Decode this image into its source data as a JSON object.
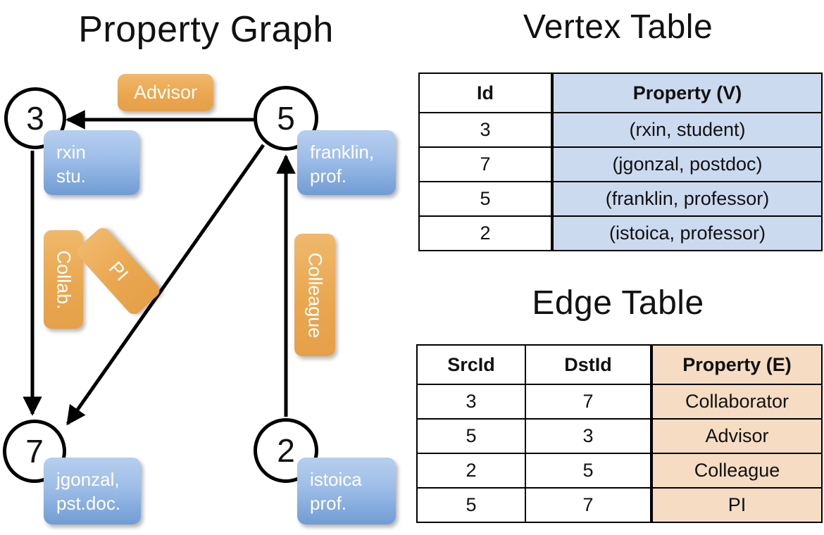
{
  "titles": {
    "graph": "Property Graph",
    "vertex_table": "Vertex Table",
    "edge_table": "Edge Table"
  },
  "graph": {
    "nodes": [
      {
        "id": "3",
        "label": "3",
        "property_line1": "rxin",
        "property_line2": "stu."
      },
      {
        "id": "5",
        "label": "5",
        "property_line1": "franklin,",
        "property_line2": "prof."
      },
      {
        "id": "7",
        "label": "7",
        "property_line1": "jgonzal,",
        "property_line2": "pst.doc."
      },
      {
        "id": "2",
        "label": "2",
        "property_line1": "istoica",
        "property_line2": "prof."
      }
    ],
    "edge_labels": {
      "advisor": "Advisor",
      "collab": "Collab.",
      "pi": "PI",
      "colleague": "Colleague"
    },
    "colors": {
      "node_stroke": "#000000",
      "vertex_property_fill": "#9dbde8",
      "edge_property_fill": "#eaa74f",
      "edge_line": "#000000"
    }
  },
  "vertex_table": {
    "headers": [
      "Id",
      "Property (V)"
    ],
    "rows": [
      {
        "id": "3",
        "property": "(rxin, student)"
      },
      {
        "id": "7",
        "property": "(jgonzal, postdoc)"
      },
      {
        "id": "5",
        "property": "(franklin, professor)"
      },
      {
        "id": "2",
        "property": "(istoica, professor)"
      }
    ],
    "header_fill": "#ccdaf0"
  },
  "edge_table": {
    "headers": [
      "SrcId",
      "DstId",
      "Property (E)"
    ],
    "rows": [
      {
        "src": "3",
        "dst": "7",
        "property": "Collaborator"
      },
      {
        "src": "5",
        "dst": "3",
        "property": "Advisor"
      },
      {
        "src": "2",
        "dst": "5",
        "property": "Colleague"
      },
      {
        "src": "5",
        "dst": "7",
        "property": "PI"
      }
    ],
    "header_fill": "#f5dcc3"
  }
}
